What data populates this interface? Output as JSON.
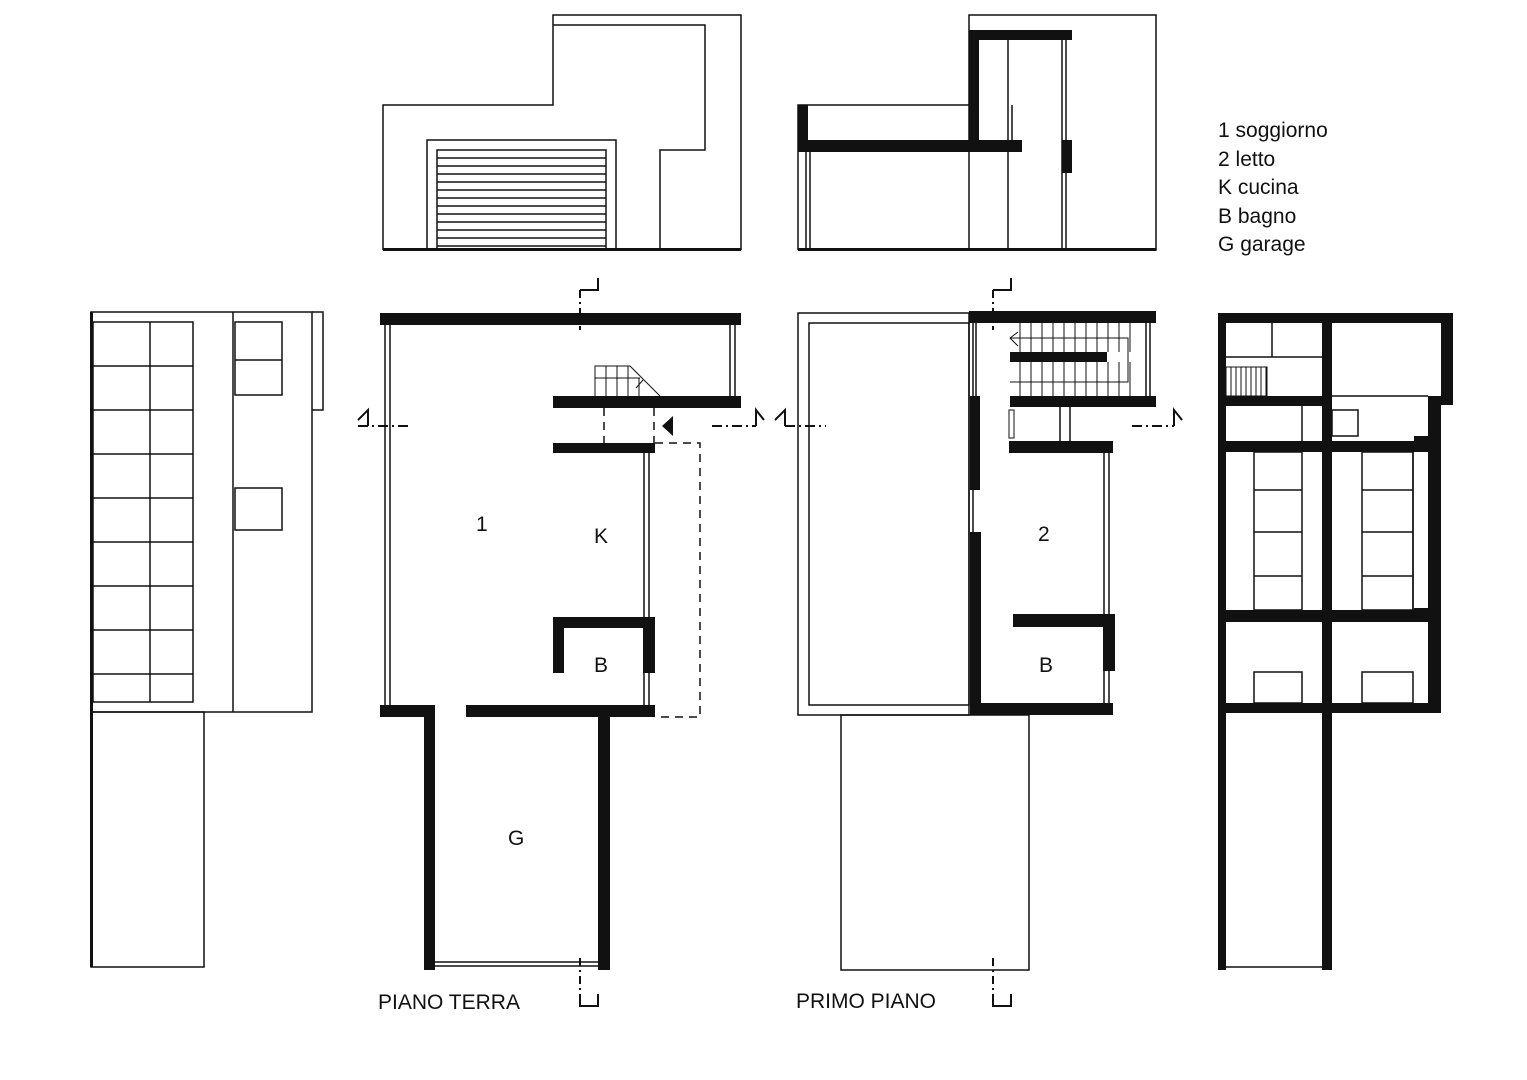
{
  "legend": [
    {
      "key": "1",
      "label": "soggiorno"
    },
    {
      "key": "2",
      "label": "letto"
    },
    {
      "key": "K",
      "label": "cucina"
    },
    {
      "key": "B",
      "label": "bagno"
    },
    {
      "key": "G",
      "label": "garage"
    }
  ],
  "ground_floor": {
    "title": "PIANO TERRA",
    "rooms": {
      "living": "1",
      "kitchen": "K",
      "bath": "B",
      "garage": "G"
    }
  },
  "first_floor": {
    "title": "PRIMO PIANO",
    "rooms": {
      "bedroom": "2",
      "bath": "B"
    }
  },
  "colors": {
    "ink": "#111111",
    "paper": "#ffffff"
  }
}
